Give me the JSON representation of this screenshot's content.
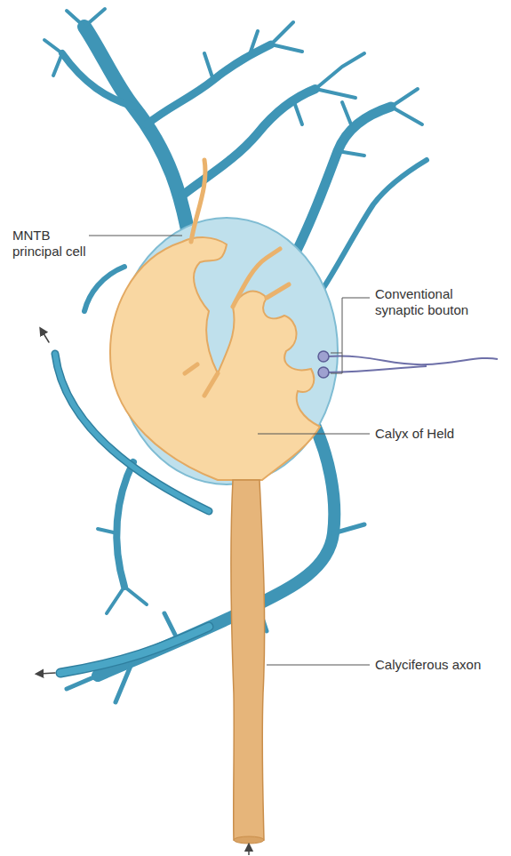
{
  "diagram": {
    "labels": [
      "MNTB principal cell",
      "Conventional synaptic bouton",
      "Calyx of Held",
      "Calyciferous axon"
    ]
  }
}
